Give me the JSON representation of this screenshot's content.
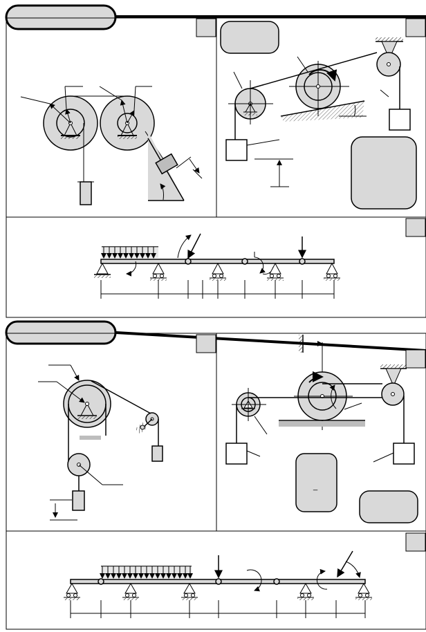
{
  "page": {
    "background": "#ffffff",
    "ink": "#000000",
    "fill_gray": "#d9d9d9",
    "dark_gray": "#bdbdbd"
  },
  "variant_1": {
    "header_tab_label": "",
    "panel_a": {
      "problem_number_label": "",
      "elements": [
        "stepped-pulley-left",
        "stepped-pulley-right",
        "hanging-weight",
        "block-on-incline",
        "inclined-plane"
      ]
    },
    "panel_b": {
      "problem_number_label": "",
      "note_box_text": "",
      "elements": [
        "small-pulley",
        "large-wheel-on-incline",
        "fixed-pulley",
        "left-weight",
        "right-weight",
        "ground-support"
      ]
    },
    "beam_panel": {
      "problem_number_label": "",
      "elements": [
        "distributed-load",
        "inclined-force",
        "moment-arc-1",
        "moment-arc-2",
        "point-force",
        "pin-supports",
        "roller-supports",
        "hinges",
        "dimension-line"
      ]
    }
  },
  "variant_2": {
    "header_tab_label": "",
    "panel_a": {
      "problem_number_label": "",
      "elements": [
        "double-pulley",
        "small-pulley-right",
        "movable-pulley",
        "left-weight",
        "right-weight",
        "ceiling-block"
      ]
    },
    "panel_b": {
      "problem_number_label": "",
      "note_box_text": "",
      "formula_box_text": "_",
      "elements": [
        "small-double-pulley",
        "rolling-wheel",
        "fixed-pulley",
        "left-weight",
        "right-weight",
        "wall-support"
      ]
    },
    "beam_panel": {
      "problem_number_label": "",
      "elements": [
        "distributed-load",
        "point-force",
        "moment-arc-1",
        "moment-arc-2",
        "inclined-force",
        "pin-supports",
        "roller-supports",
        "hinges",
        "dimension-line"
      ]
    }
  }
}
